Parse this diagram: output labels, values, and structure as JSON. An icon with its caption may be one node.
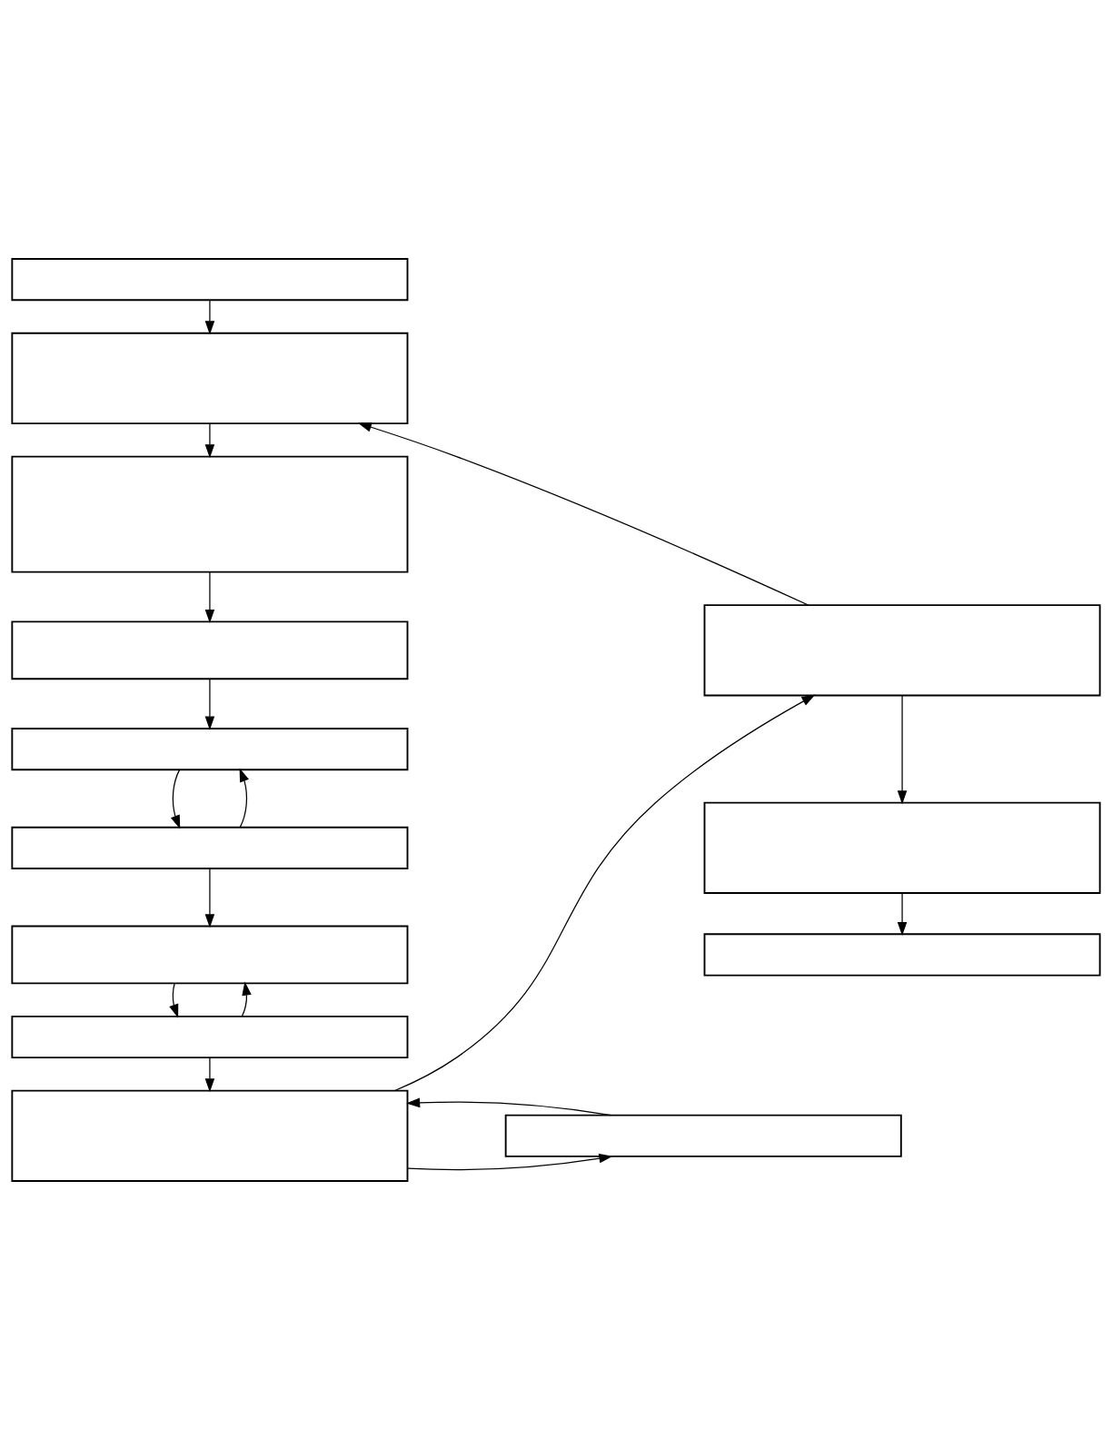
{
  "diagram": {
    "nodes": [
      {
        "text": [],
        "shape": "box"
      },
      {
        "text": [],
        "shape": "box"
      },
      {
        "text": [],
        "shape": "box"
      },
      {
        "text": [],
        "shape": "box"
      },
      {
        "text": [],
        "shape": "box"
      },
      {
        "text": [],
        "shape": "box"
      },
      {
        "text": [],
        "shape": "box"
      },
      {
        "text": [],
        "shape": "box"
      },
      {
        "text": [],
        "shape": "box"
      },
      {
        "text": [],
        "shape": "box"
      },
      {
        "text": [],
        "shape": "box"
      },
      {
        "text": [],
        "shape": "box"
      },
      {
        "text": [],
        "shape": "box"
      }
    ],
    "edges": [
      {
        "from": 0,
        "to": 1,
        "arrow": "to"
      },
      {
        "from": 1,
        "to": 2,
        "arrow": "to"
      },
      {
        "from": 2,
        "to": 3,
        "arrow": "to"
      },
      {
        "from": 3,
        "to": 4,
        "arrow": "to"
      },
      {
        "from": 4,
        "to": 5,
        "arrow": "to"
      },
      {
        "from": 5,
        "to": 4,
        "arrow": "to"
      },
      {
        "from": 5,
        "to": 6,
        "arrow": "to"
      },
      {
        "from": 6,
        "to": 7,
        "arrow": "to"
      },
      {
        "from": 7,
        "to": 6,
        "arrow": "to"
      },
      {
        "from": 7,
        "to": 8,
        "arrow": "to"
      },
      {
        "from": 8,
        "to": 12,
        "arrow": "to"
      },
      {
        "from": 12,
        "to": 8,
        "arrow": "to"
      },
      {
        "from": 8,
        "to": 9,
        "arrow": "to"
      },
      {
        "from": 9,
        "to": 10,
        "arrow": "to"
      },
      {
        "from": 10,
        "to": 11,
        "arrow": "to"
      },
      {
        "from": 9,
        "to": 1,
        "arrow": "to"
      }
    ]
  }
}
